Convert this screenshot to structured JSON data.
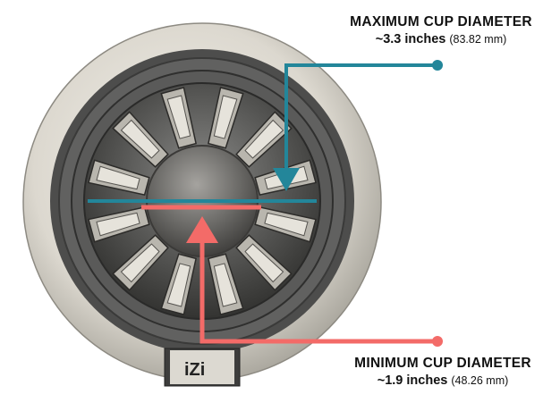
{
  "max_label": {
    "title": "MAXIMUM CUP DIAMETER",
    "inches": "~3.3 inches",
    "mm": "(83.82 mm)"
  },
  "min_label": {
    "title": "MINIMUM CUP DIAMETER",
    "inches": "~1.9 inches",
    "mm": "(48.26 mm)"
  },
  "base_text": "iZi",
  "colors": {
    "max_line": "#23869a",
    "min_line": "#f36b68",
    "outer_ring": "#d9d6cd",
    "inner_body": "#5b5b5b"
  }
}
